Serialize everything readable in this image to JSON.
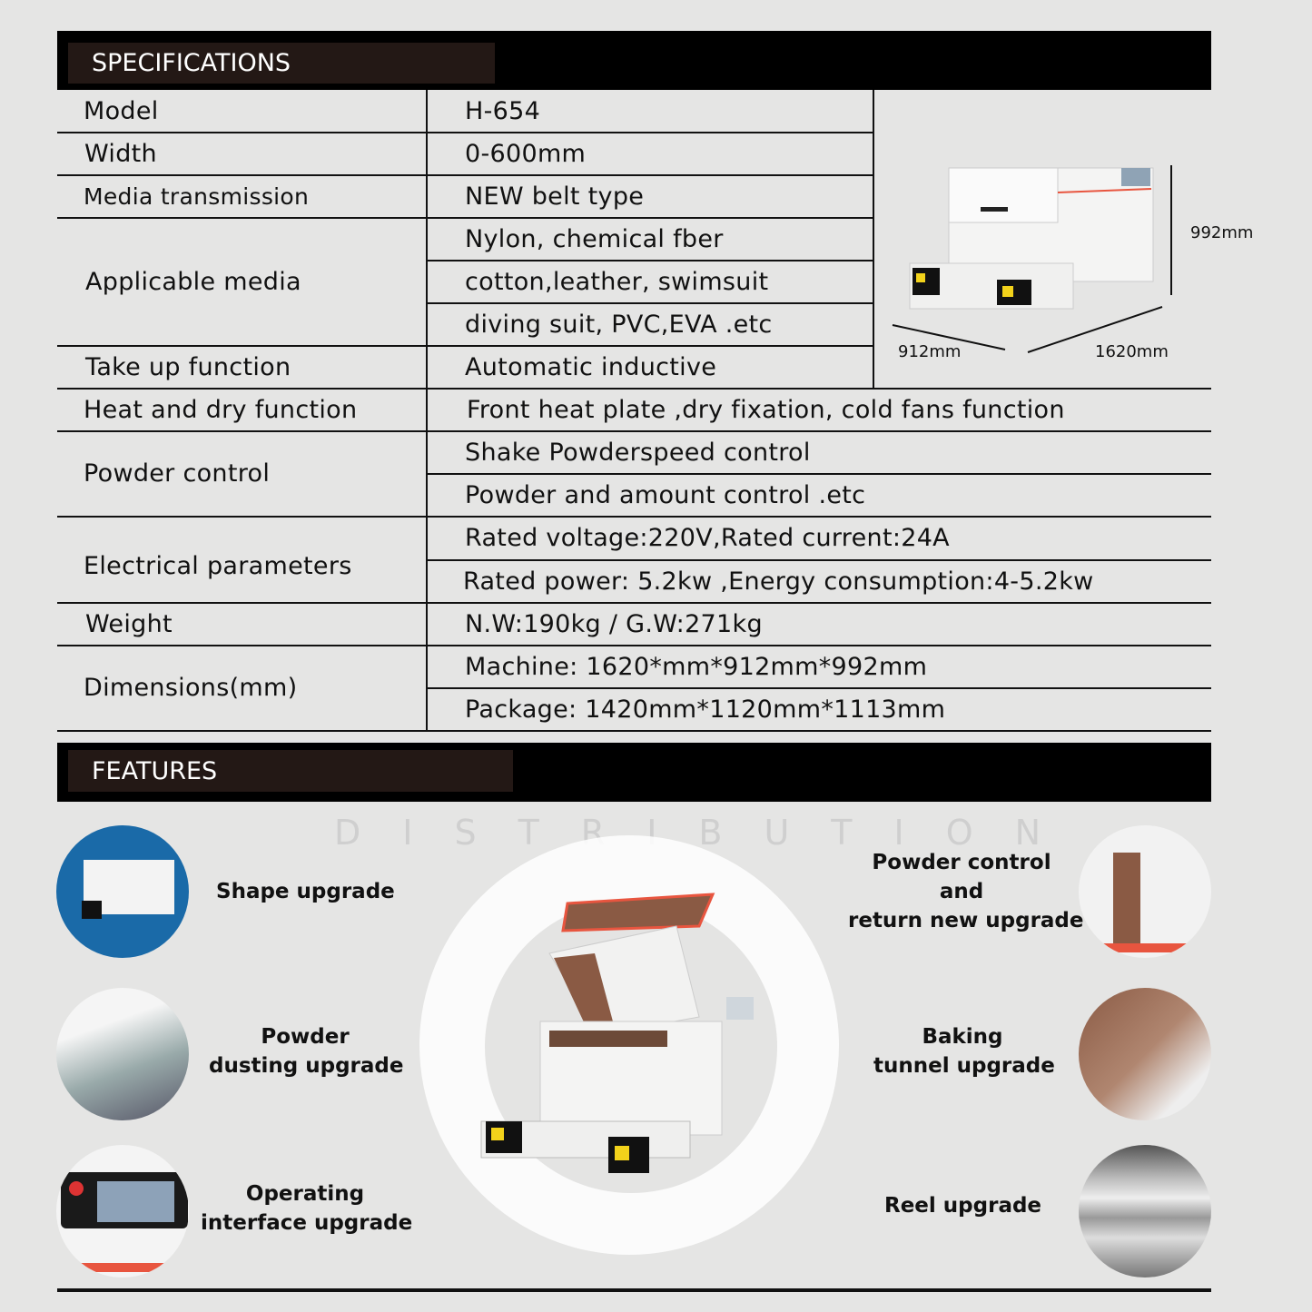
{
  "specifications": {
    "title": "SPECIFICATIONS",
    "rows": [
      {
        "label": "Model",
        "values": [
          "H-654"
        ]
      },
      {
        "label": "Width",
        "values": [
          "0-600mm"
        ]
      },
      {
        "label": "Media transmission",
        "values": [
          "NEW belt type"
        ]
      },
      {
        "label": "Applicable media",
        "values": [
          "Nylon, chemical fber",
          "cotton,leather, swimsuit",
          "diving suit, PVC,EVA .etc"
        ]
      },
      {
        "label": "Take up function",
        "values": [
          "Automatic inductive"
        ]
      },
      {
        "label": "Heat and dry function",
        "values": [
          "Front heat plate ,dry fixation, cold fans function"
        ]
      },
      {
        "label": "Powder control",
        "values": [
          "Shake Powderspeed control",
          "Powder and amount control .etc"
        ]
      },
      {
        "label": "Electrical parameters",
        "values": [
          "Rated voltage:220V,Rated current:24A",
          "Rated power: 5.2kw ,Energy consumption:4-5.2kw"
        ]
      },
      {
        "label": "Weight",
        "values": [
          "N.W:190kg / G.W:271kg"
        ]
      },
      {
        "label": "Dimensions(mm)",
        "values": [
          "Machine: 1620*mm*912mm*992mm",
          "Package: 1420mm*1120mm*1113mm"
        ]
      }
    ],
    "dimensions": {
      "height": "992mm",
      "depth": "912mm",
      "length": "1620mm"
    }
  },
  "features": {
    "title": "FEATURES",
    "watermark": "DISTRIBUTION",
    "left": [
      {
        "label_lines": [
          "Shape upgrade"
        ]
      },
      {
        "label_lines": [
          "Powder",
          "dusting upgrade"
        ]
      },
      {
        "label_lines": [
          "Operating",
          "interface upgrade"
        ]
      }
    ],
    "right": [
      {
        "label_lines": [
          "Powder control",
          "and",
          "return new upgrade"
        ]
      },
      {
        "label_lines": [
          "Baking",
          "tunnel upgrade"
        ]
      },
      {
        "label_lines": [
          "Reel upgrade"
        ]
      }
    ]
  },
  "colors": {
    "accent": "#e8553f",
    "panel": "#231815",
    "blue": "#1a6aa8"
  }
}
